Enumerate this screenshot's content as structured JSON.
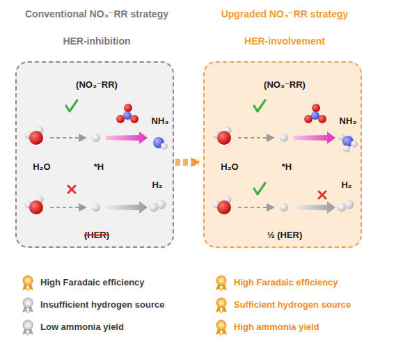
{
  "diagram": {
    "nodes": [
      {
        "text": [
          "Conventional NO₃⁻RR strategy",
          "HER-inhibition",
          "(NO₃⁻RR)",
          "NH₃",
          "H₂O",
          "*H",
          "H₂",
          "(HER)"
        ]
      },
      {
        "text": [
          "Upgraded NO₃⁻RR strategy",
          "HER-involvement",
          "(NO₃⁻RR)",
          "NH₃",
          "H₂O",
          "*H",
          "H₂",
          "½ (HER)"
        ]
      }
    ],
    "edges": [
      {
        "from": 0,
        "to": 1,
        "arrow": "to"
      }
    ],
    "labels": [
      "High Faradaic efficiency",
      "Insufficient hydrogen source",
      "Low ammonia yield",
      "High Faradaic efficiency",
      "Sufficient hydrogen source",
      "High ammonia yield"
    ]
  }
}
